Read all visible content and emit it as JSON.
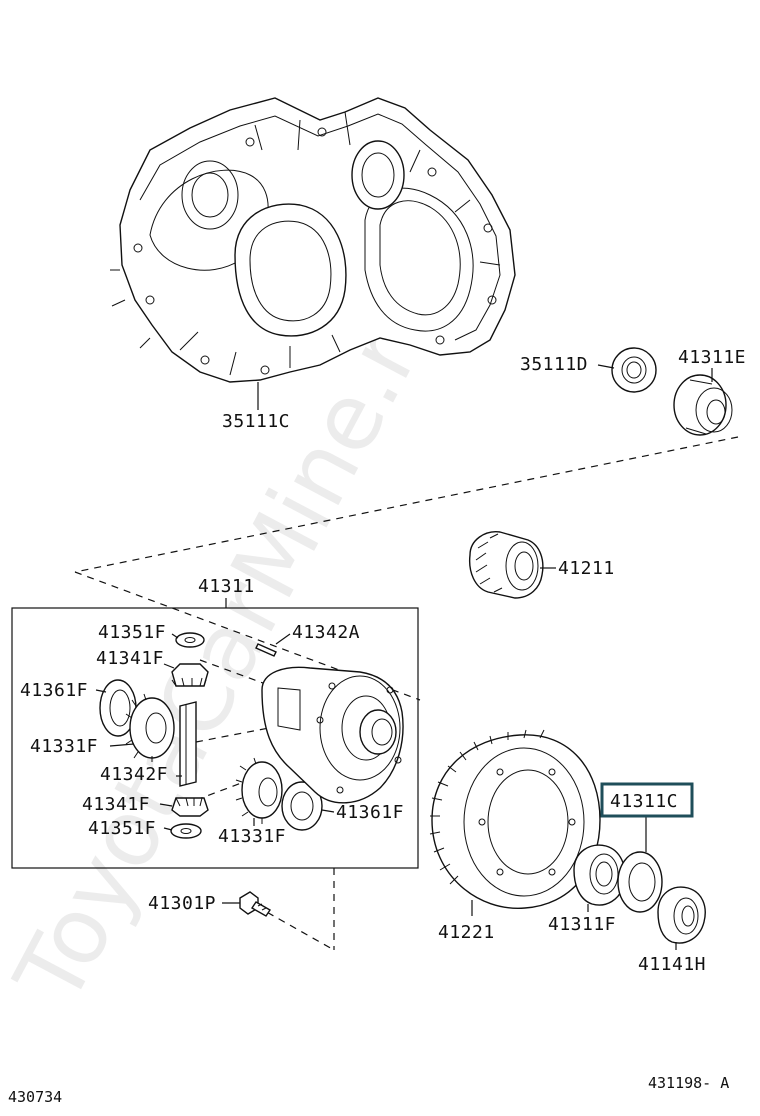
{
  "diagram": {
    "watermark": "ToyotaCarMine.ru",
    "sheet_code_left": "430734",
    "sheet_code_right": "431198- A",
    "highlight_color": "#1f4e5a",
    "labels": {
      "p35111C": "35111C",
      "p35111D": "35111D",
      "p41311E": "41311E",
      "p41211": "41211",
      "p41311": "41311",
      "p41351F_top": "41351F",
      "p41342A": "41342A",
      "p41341F_top": "41341F",
      "p41361F_left": "41361F",
      "p41331F_left": "41331F",
      "p41342F": "41342F",
      "p41341F_bottom": "41341F",
      "p41351F_bottom": "41351F",
      "p41331F_right": "41331F",
      "p41361F_right": "41361F",
      "p41301P": "41301P",
      "p41221": "41221",
      "p41311F": "41311F",
      "p41311C": "41311C",
      "p41141H": "41141H"
    }
  }
}
